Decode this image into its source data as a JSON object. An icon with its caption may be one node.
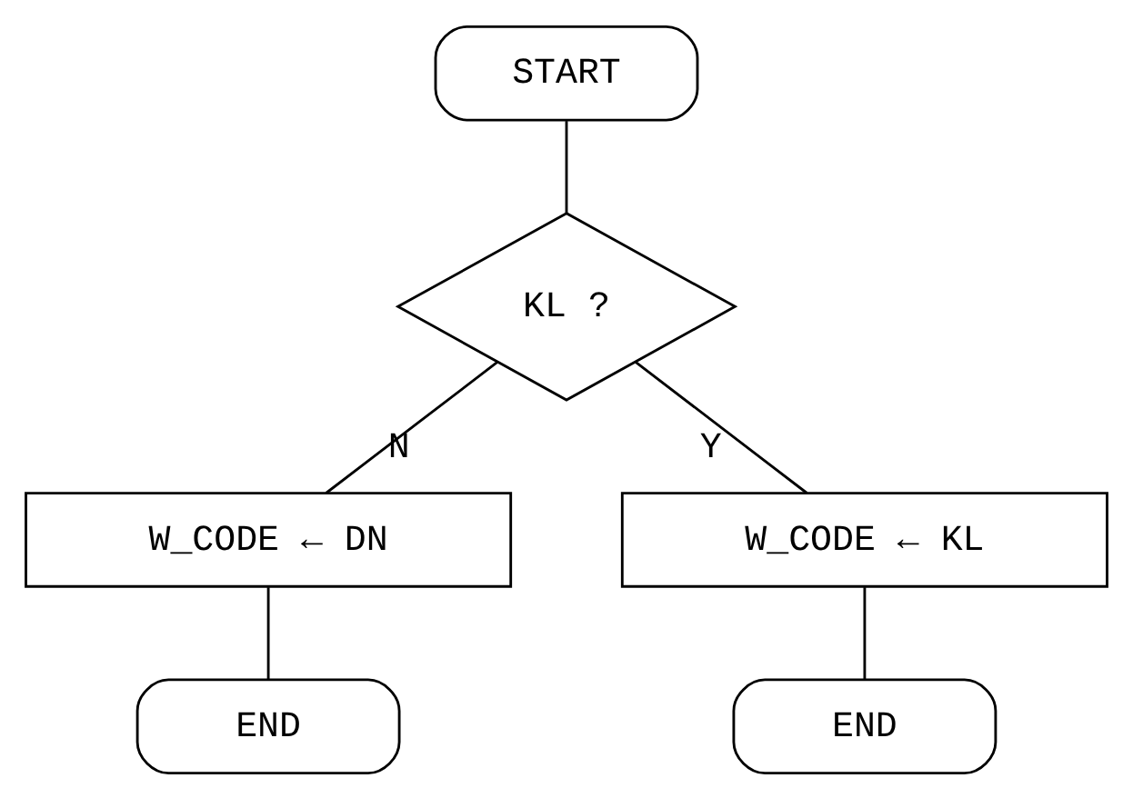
{
  "diagram": {
    "nodes": [
      {
        "text": [
          "START"
        ]
      },
      {
        "text": [
          "KL ?"
        ]
      },
      {
        "text": [
          "W_CODE ← DN"
        ]
      },
      {
        "text": [
          "W_CODE ← KL"
        ]
      },
      {
        "text": [
          "END"
        ]
      },
      {
        "text": [
          "END"
        ]
      }
    ],
    "edges": [
      {
        "from": 0,
        "to": 1,
        "arrow": "none"
      },
      {
        "from": 1,
        "to": 2,
        "arrow": "none",
        "label": "N"
      },
      {
        "from": 1,
        "to": 3,
        "arrow": "none",
        "label": "Y"
      },
      {
        "from": 2,
        "to": 4,
        "arrow": "none"
      },
      {
        "from": 3,
        "to": 5,
        "arrow": "none"
      }
    ]
  }
}
